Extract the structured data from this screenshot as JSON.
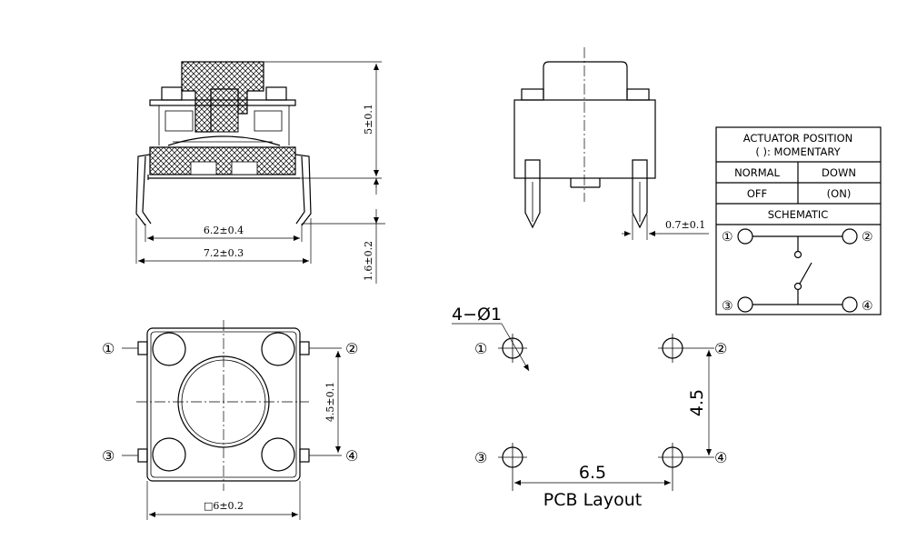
{
  "side_view": {
    "height_dim": "5±0.1",
    "inner_width_dim": "6.2±0.4",
    "outer_width_dim": "7.2±0.3",
    "lead_dim": "1.6±0.2"
  },
  "front_view": {
    "pin_width_dim": "0.7±0.1"
  },
  "top_view": {
    "pin_labels": [
      "①",
      "②",
      "③",
      "④"
    ],
    "pitch_dim": "4.5±0.1",
    "size_dim": "□6±0.2"
  },
  "pcb_layout": {
    "hole_note": "4−Ø1",
    "pin_labels": [
      "①",
      "②",
      "③",
      "④"
    ],
    "vertical_dim": "4.5",
    "horizontal_dim": "6.5",
    "title": "PCB Layout"
  },
  "actuator_table": {
    "title_line1": "ACTUATOR POSITION",
    "title_line2": "( ): MOMENTARY",
    "col1_header": "NORMAL",
    "col2_header": "DOWN",
    "col1_value": "OFF",
    "col2_value": "(ON)",
    "schematic_label": "SCHEMATIC",
    "pin_labels": [
      "①",
      "②",
      "③",
      "④"
    ]
  }
}
